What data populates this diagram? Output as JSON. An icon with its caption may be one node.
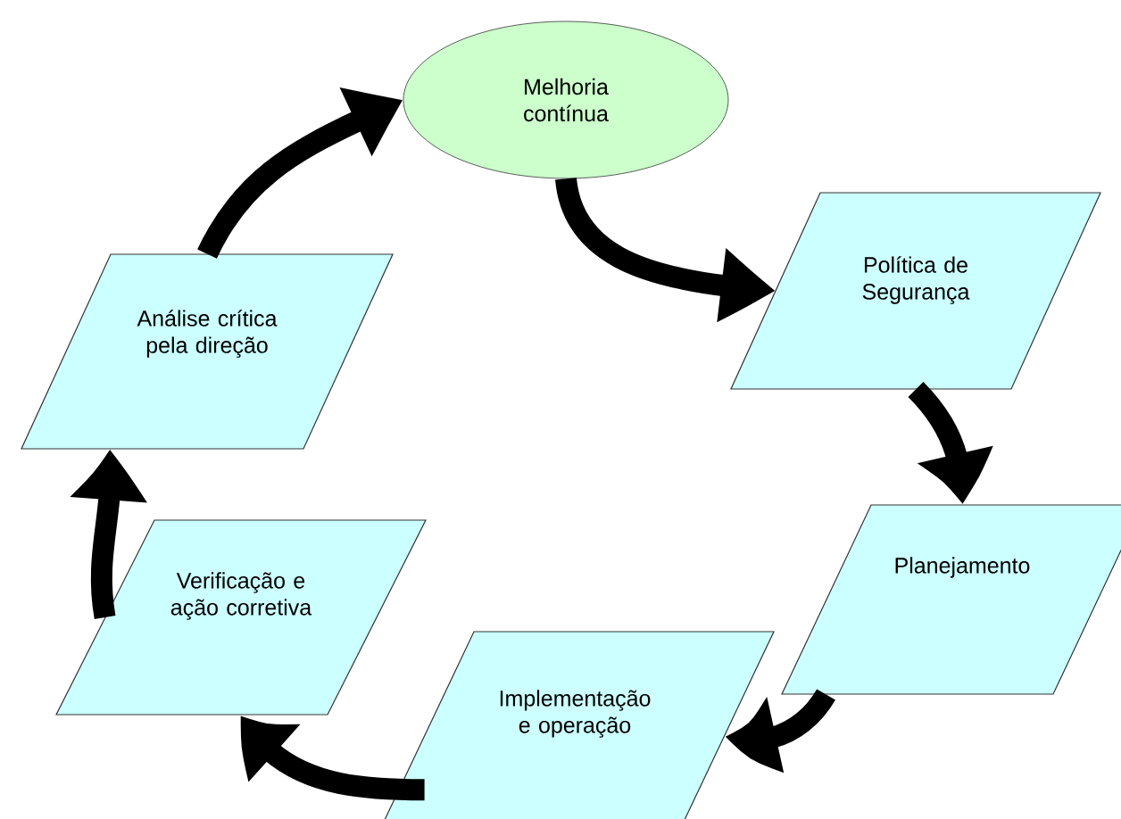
{
  "diagram": {
    "nodes": [
      {
        "text": [
          "Melhoria contínua"
        ]
      },
      {
        "text": [
          "Política de Segurança"
        ]
      },
      {
        "text": [
          "Planejamento"
        ]
      },
      {
        "text": [
          "Implementação e operação"
        ]
      },
      {
        "text": [
          "Verificação e ação corretiva"
        ]
      },
      {
        "text": [
          "Análise crítica pela direção"
        ]
      }
    ],
    "edges": [
      {
        "from": 5,
        "to": 0,
        "arrow": "to"
      },
      {
        "from": 0,
        "to": 1,
        "arrow": "to"
      },
      {
        "from": 1,
        "to": 2,
        "arrow": "to"
      },
      {
        "from": 2,
        "to": 3,
        "arrow": "to"
      },
      {
        "from": 3,
        "to": 4,
        "arrow": "to"
      },
      {
        "from": 4,
        "to": 5,
        "arrow": "to"
      }
    ]
  }
}
